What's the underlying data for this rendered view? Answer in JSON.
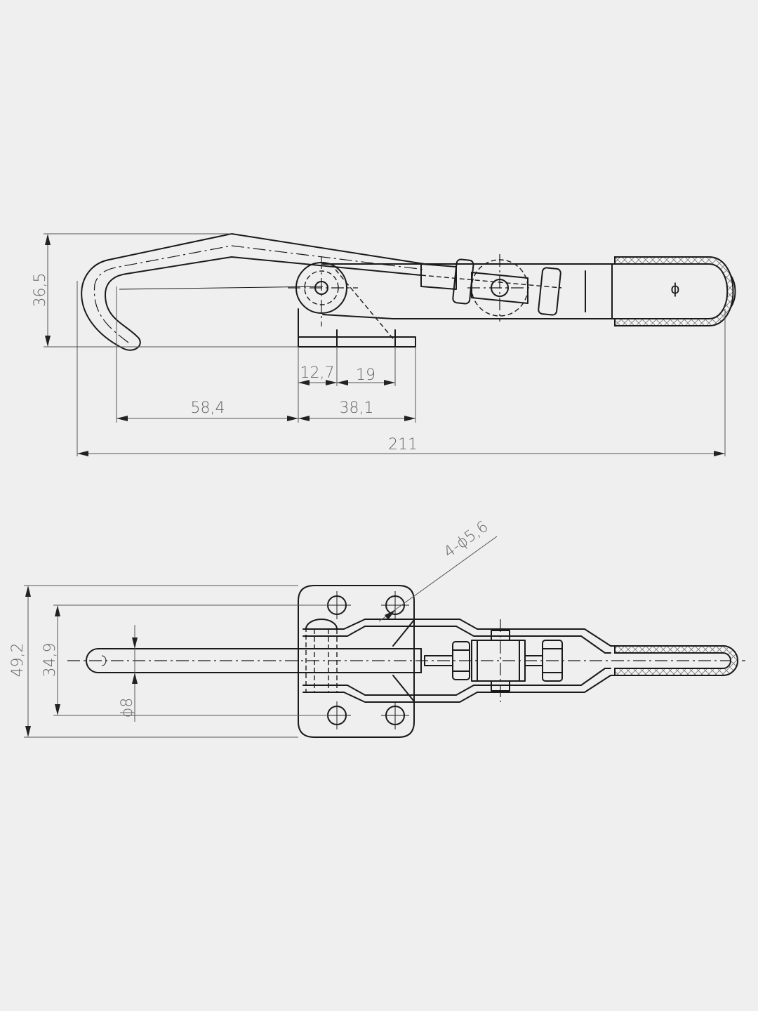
{
  "side_view": {
    "dim_height": "36,5",
    "dim_12_7": "12,7",
    "dim_19": "19",
    "dim_58_4": "58,4",
    "dim_38_1": "38,1",
    "dim_total": "211",
    "handle_mark": "ɸ"
  },
  "top_view": {
    "dim_width": "49,2",
    "dim_pitch": "34,9",
    "dim_rod": "ɸ8",
    "dim_holes": "4-ɸ5,6"
  },
  "colors": {
    "background": "#efefef",
    "line": "#1a1a1a",
    "dimension_text": "#666666"
  }
}
